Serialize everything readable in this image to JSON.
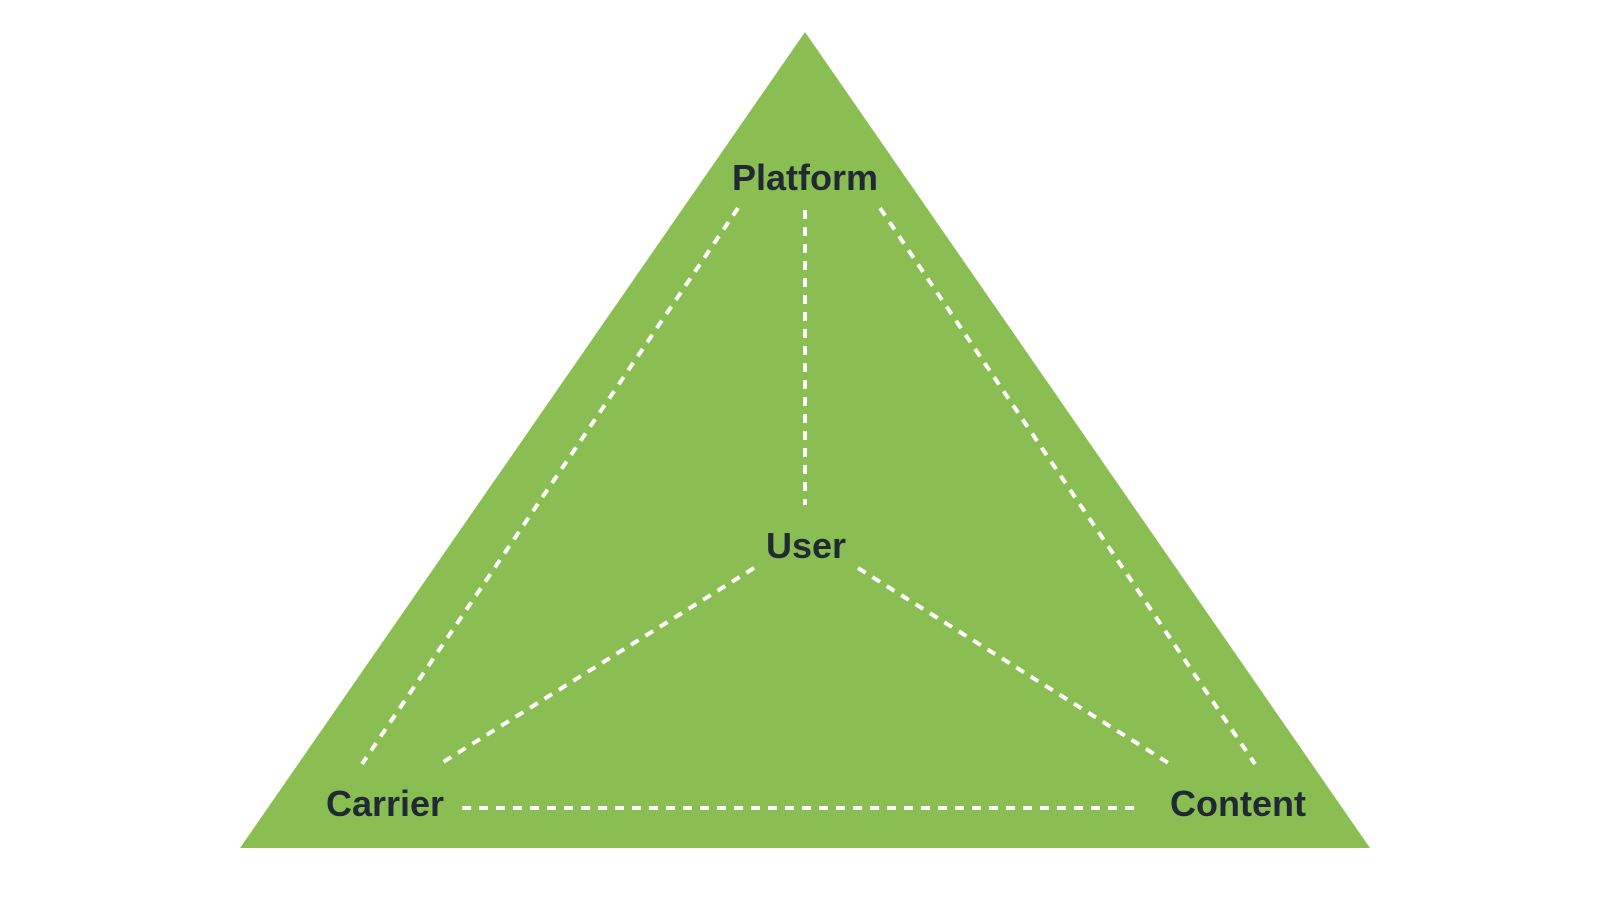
{
  "diagram": {
    "colors": {
      "background": "#ffffff",
      "triangle_fill": "#8bbe52",
      "connector": "#ffffff",
      "label": "#1f2a33"
    },
    "nodes": {
      "platform": "Platform",
      "user": "User",
      "carrier": "Carrier",
      "content": "Content"
    },
    "connections": [
      [
        "platform",
        "user"
      ],
      [
        "platform",
        "carrier"
      ],
      [
        "platform",
        "content"
      ],
      [
        "user",
        "carrier"
      ],
      [
        "user",
        "content"
      ],
      [
        "carrier",
        "content"
      ]
    ]
  }
}
